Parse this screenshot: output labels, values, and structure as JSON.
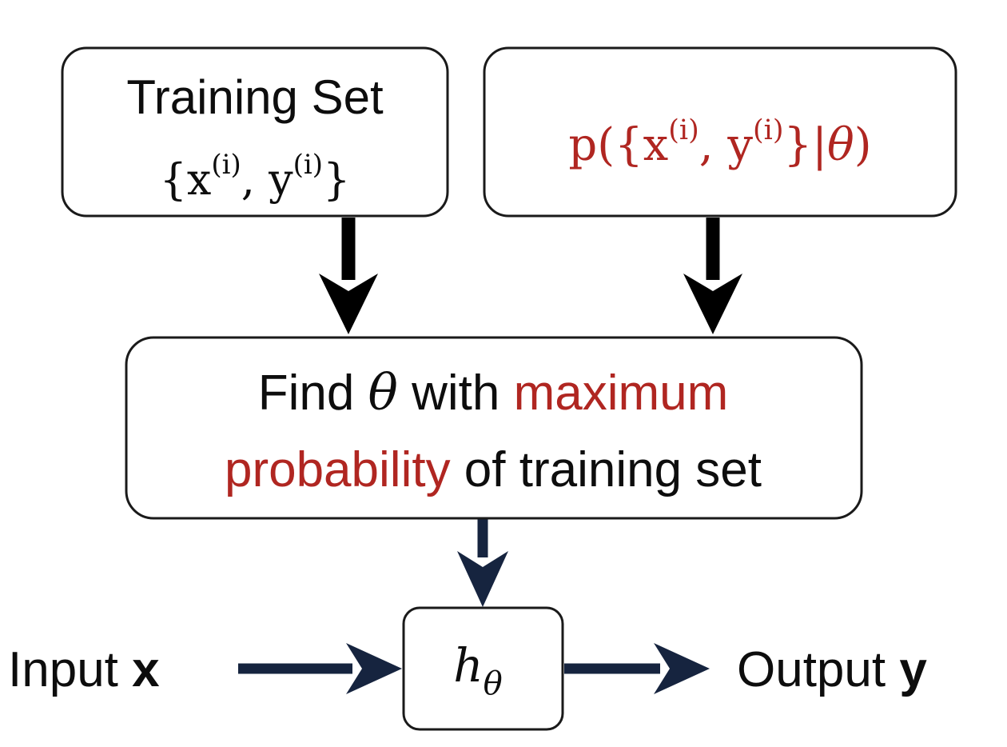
{
  "diagram": {
    "training_box": {
      "title": "Training Set",
      "formula": {
        "open_brace": "{x",
        "sup1": "(i)",
        "mid": ", y",
        "sup2": "(i)",
        "close_brace": "}"
      }
    },
    "prob_box": {
      "formula": {
        "prefix": "p({x",
        "sup1": "(i)",
        "mid": ", y",
        "sup2": "(i)",
        "suffix": "}|",
        "theta": "θ",
        "close": ")"
      }
    },
    "find_box": {
      "line1_a": "Find ",
      "line1_theta": "θ",
      "line1_b": " with ",
      "line1_red": "maximum",
      "line2_red": "probability",
      "line2_b": " of training set"
    },
    "hypothesis_box": {
      "h": "h",
      "subscript": "θ"
    },
    "input": {
      "label": "Input ",
      "var": "x"
    },
    "output": {
      "label": "Output ",
      "var": "y"
    },
    "colors": {
      "accent_red": "#b02621",
      "arrow_black": "#000000",
      "arrow_navy": "#16243f",
      "text": "#0d0d0d"
    }
  }
}
